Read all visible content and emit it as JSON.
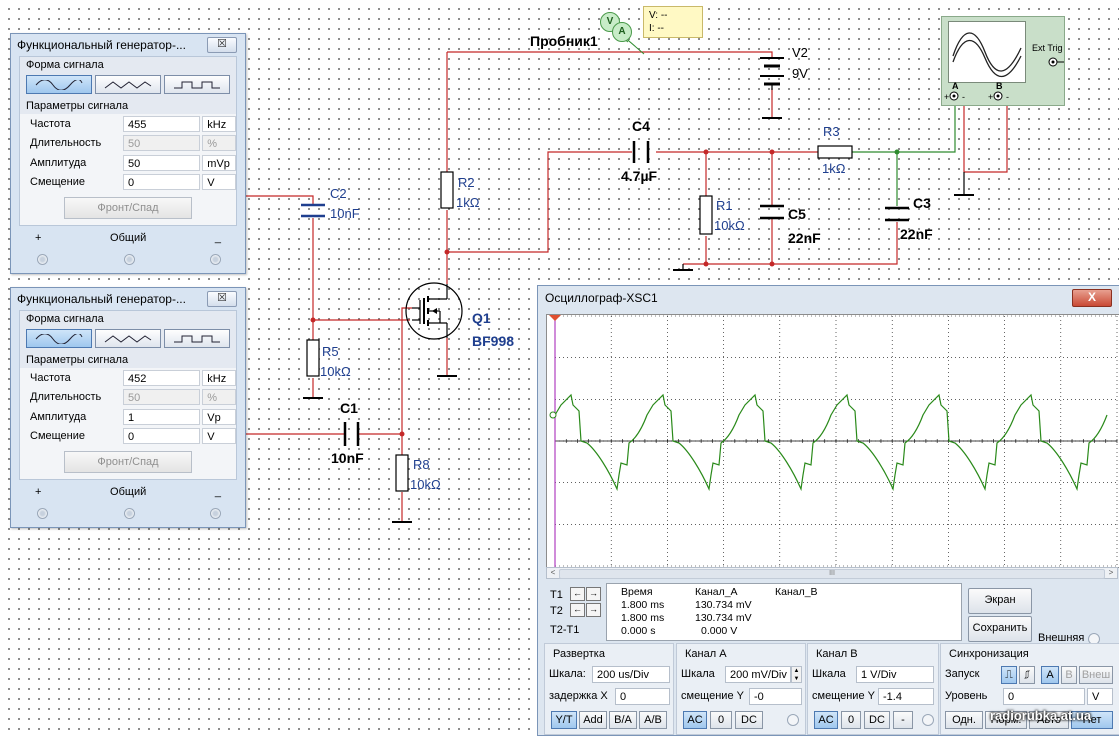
{
  "generator1": {
    "title": "Функциональный генератор-...",
    "close": "☒",
    "waveform_label": "Форма сигнала",
    "params_label": "Параметры сигнала",
    "rows": [
      {
        "label": "Частота",
        "value": "455",
        "unit": "kHz"
      },
      {
        "label": "Длительность",
        "value": "50",
        "unit": "%"
      },
      {
        "label": "Амплитуда",
        "value": "50",
        "unit": "mVp"
      },
      {
        "label": "Смещение",
        "value": "0",
        "unit": "V"
      }
    ],
    "edge_button": "Фронт/Спад",
    "term_plus": "+",
    "term_common": "Общий",
    "term_minus": "_"
  },
  "generator2": {
    "title": "Функциональный генератор-...",
    "close": "☒",
    "waveform_label": "Форма сигнала",
    "params_label": "Параметры сигнала",
    "rows": [
      {
        "label": "Частота",
        "value": "452",
        "unit": "kHz"
      },
      {
        "label": "Длительность",
        "value": "50",
        "unit": "%"
      },
      {
        "label": "Амплитуда",
        "value": "1",
        "unit": "Vp"
      },
      {
        "label": "Смещение",
        "value": "0",
        "unit": "V"
      }
    ],
    "edge_button": "Фронт/Спад",
    "term_plus": "+",
    "term_common": "Общий",
    "term_minus": "_"
  },
  "schematic": {
    "probe_label": "Пробник1",
    "probe_v": "V: --",
    "probe_i": "I: --",
    "probe_v_sym": "V",
    "probe_a_sym": "A",
    "v2": "V2",
    "v2_val": "9V",
    "c4": "C4",
    "c4_val": "4.7µF",
    "r3": "R3",
    "r3_val": "1kΩ",
    "r2": "R2",
    "r2_val": "1kΩ",
    "c2": "C2",
    "c2_val": "10nF",
    "r1": "R1",
    "r1_val": "10kΩ",
    "c5": "C5",
    "c5_val": "22nF",
    "c3": "C3",
    "c3_val": "22nF",
    "q1": "Q1",
    "q1_val": "BF998",
    "r5": "R5",
    "r5_val": "10kΩ",
    "c1": "C1",
    "c1_val": "10nF",
    "r8": "R8",
    "r8_val": "10kΩ"
  },
  "xsc_icon": {
    "ext_trig": "Ext Trig",
    "a": "A",
    "b": "B"
  },
  "oscilloscope": {
    "title": "Осциллограф-XSC1",
    "close": "X",
    "scroll_thumb": "III",
    "scroll_left": "<",
    "scroll_right": ">",
    "t1": "T1",
    "t2": "T2",
    "t2t1": "T2-T1",
    "arrow_left": "←",
    "arrow_right": "→",
    "readout": {
      "headers": [
        "Время",
        "Канал_A",
        "Канал_B"
      ],
      "t1": [
        "1.800 ms",
        "130.734 mV",
        ""
      ],
      "t2": [
        "1.800 ms",
        "130.734 mV",
        ""
      ],
      "diff": [
        "0.000 s",
        "0.000 V",
        ""
      ]
    },
    "screen_button": "Экран",
    "save_button": "Сохранить",
    "external_label": "Внешняя",
    "timebase": {
      "title": "Развертка",
      "scale_label": "Шкала:",
      "scale": "200 us/Div",
      "delay_label": "задержка X",
      "delay": "0",
      "modes": [
        "Y/T",
        "Add",
        "B/A",
        "A/B"
      ]
    },
    "channel_a": {
      "title": "Канал A",
      "scale_label": "Шкала",
      "scale": "200 mV/Div",
      "offset_label": "смещение Y",
      "offset": "-0",
      "coupling": [
        "AC",
        "0",
        "DC"
      ]
    },
    "channel_b": {
      "title": "Канал B",
      "scale_label": "Шкала",
      "scale": "1  V/Div",
      "offset_label": "смещение Y",
      "offset": "-1.4",
      "coupling": [
        "AC",
        "0",
        "DC",
        "-"
      ]
    },
    "trigger": {
      "title": "Синхронизация",
      "start_label": "Запуск",
      "level_label": "Уровень",
      "level": "0",
      "level_unit": "V",
      "sources": [
        "A",
        "B",
        "Внеш"
      ],
      "modes": [
        "Одн.",
        "Норм.",
        "Авто",
        "Нет"
      ]
    },
    "trace_color": "#2a8a1a",
    "cursor_color": "#b040c0"
  },
  "watermark": "radiorubka.at.ua"
}
